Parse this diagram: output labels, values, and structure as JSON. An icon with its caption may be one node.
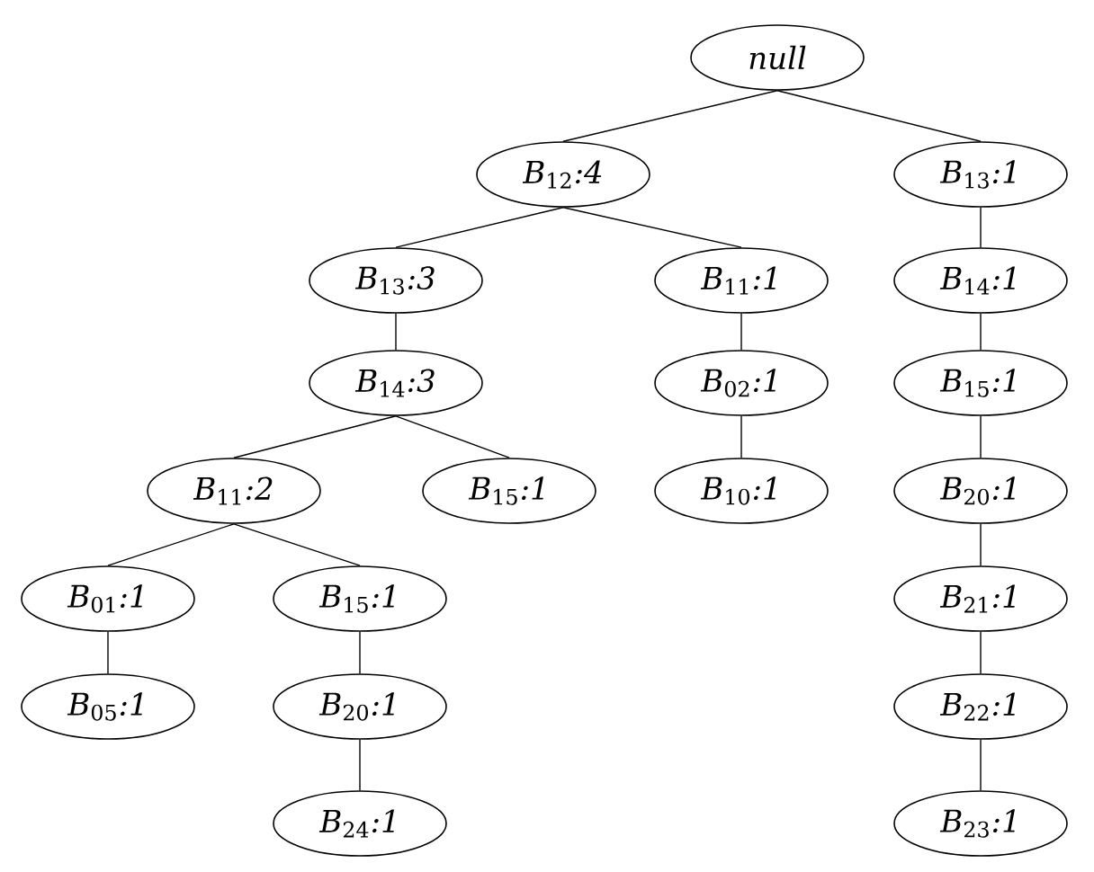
{
  "diagram": {
    "nodes": [
      {
        "text": [
          "*null*"
        ]
      },
      {
        "text": [
          "*B*$_{12}$*:4*"
        ]
      },
      {
        "text": [
          "*B*$_{13}$*:1*"
        ]
      },
      {
        "text": [
          "*B*$_{13}$*:3*"
        ]
      },
      {
        "text": [
          "*B*$_{11}$*:1*"
        ]
      },
      {
        "text": [
          "*B*$_{14}$*:1*"
        ]
      },
      {
        "text": [
          "*B*$_{14}$*:3*"
        ]
      },
      {
        "text": [
          "*B*$_{02}$*:1*"
        ]
      },
      {
        "text": [
          "*B*$_{15}$*:1*"
        ]
      },
      {
        "text": [
          "*B*$_{11}$*:2*"
        ]
      },
      {
        "text": [
          "*B*$_{15}$*:1*"
        ]
      },
      {
        "text": [
          "*B*$_{10}$*:1*"
        ]
      },
      {
        "text": [
          "*B*$_{20}$*:1*"
        ]
      },
      {
        "text": [
          "*B*$_{01}$*:1*"
        ]
      },
      {
        "text": [
          "*B*$_{15}$*:1*"
        ]
      },
      {
        "text": [
          "*B*$_{21}$*:1*"
        ]
      },
      {
        "text": [
          "*B*$_{05}$*:1*"
        ]
      },
      {
        "text": [
          "*B*$_{20}$*:1*"
        ]
      },
      {
        "text": [
          "*B*$_{22}$*:1*"
        ]
      },
      {
        "text": [
          "*B*$_{24}$*:1*"
        ]
      },
      {
        "text": [
          "*B*$_{23}$*:1*"
        ]
      }
    ],
    "edges": [
      {
        "from": 0,
        "to": 1,
        "arrow": "none"
      },
      {
        "from": 0,
        "to": 2,
        "arrow": "none"
      },
      {
        "from": 1,
        "to": 3,
        "arrow": "none"
      },
      {
        "from": 1,
        "to": 4,
        "arrow": "none"
      },
      {
        "from": 2,
        "to": 5,
        "arrow": "none"
      },
      {
        "from": 3,
        "to": 6,
        "arrow": "none"
      },
      {
        "from": 4,
        "to": 7,
        "arrow": "none"
      },
      {
        "from": 5,
        "to": 8,
        "arrow": "none"
      },
      {
        "from": 6,
        "to": 9,
        "arrow": "none"
      },
      {
        "from": 6,
        "to": 10,
        "arrow": "none"
      },
      {
        "from": 7,
        "to": 11,
        "arrow": "none"
      },
      {
        "from": 8,
        "to": 12,
        "arrow": "none"
      },
      {
        "from": 9,
        "to": 13,
        "arrow": "none"
      },
      {
        "from": 9,
        "to": 14,
        "arrow": "none"
      },
      {
        "from": 12,
        "to": 15,
        "arrow": "none"
      },
      {
        "from": 13,
        "to": 16,
        "arrow": "none"
      },
      {
        "from": 14,
        "to": 17,
        "arrow": "none"
      },
      {
        "from": 15,
        "to": 18,
        "arrow": "none"
      },
      {
        "from": 17,
        "to": 19,
        "arrow": "none"
      },
      {
        "from": 18,
        "to": 20,
        "arrow": "none"
      }
    ]
  }
}
